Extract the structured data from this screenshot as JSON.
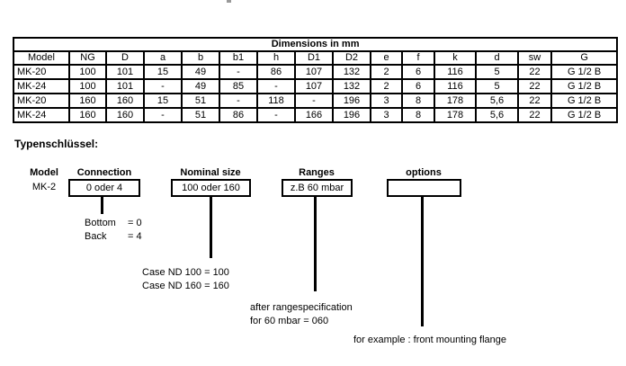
{
  "table": {
    "title": "Dimensions in mm",
    "columns": [
      "Model",
      "NG",
      "D",
      "a",
      "b",
      "b1",
      "h",
      "D1",
      "D2",
      "e",
      "f",
      "k",
      "d",
      "sw",
      "G"
    ],
    "rows": [
      [
        "MK-20",
        "100",
        "101",
        "15",
        "49",
        "-",
        "86",
        "107",
        "132",
        "2",
        "6",
        "116",
        "5",
        "22",
        "G 1/2 B"
      ],
      [
        "MK-24",
        "100",
        "101",
        "-",
        "49",
        "85",
        "-",
        "107",
        "132",
        "2",
        "6",
        "116",
        "5",
        "22",
        "G 1/2 B"
      ],
      [
        "MK-20",
        "160",
        "160",
        "15",
        "51",
        "-",
        "118",
        "-",
        "196",
        "3",
        "8",
        "178",
        "5,6",
        "22",
        "G 1/2 B"
      ],
      [
        "MK-24",
        "160",
        "160",
        "-",
        "51",
        "86",
        "-",
        "166",
        "196",
        "3",
        "8",
        "178",
        "5,6",
        "22",
        "G 1/2 B"
      ]
    ]
  },
  "typenschluessel": {
    "heading": "Typenschlüssel:",
    "model_label": "Model",
    "model_value": "MK-2",
    "fields": [
      {
        "label": "Connection",
        "value": "0 oder 4"
      },
      {
        "label": "Nominal size",
        "value": "100 oder 160"
      },
      {
        "label": "Ranges",
        "value": "z.B 60 mbar"
      },
      {
        "label": "options",
        "value": ""
      }
    ],
    "notes": {
      "connection": [
        [
          "Bottom",
          "= 0"
        ],
        [
          "Back",
          "= 4"
        ]
      ],
      "nominal": [
        "Case ND 100 = 100",
        "Case ND 160 = 160"
      ],
      "ranges": [
        "after rangespecification",
        "for 60 mbar = 060"
      ],
      "options": [
        "for example : front mounting flange"
      ]
    }
  }
}
